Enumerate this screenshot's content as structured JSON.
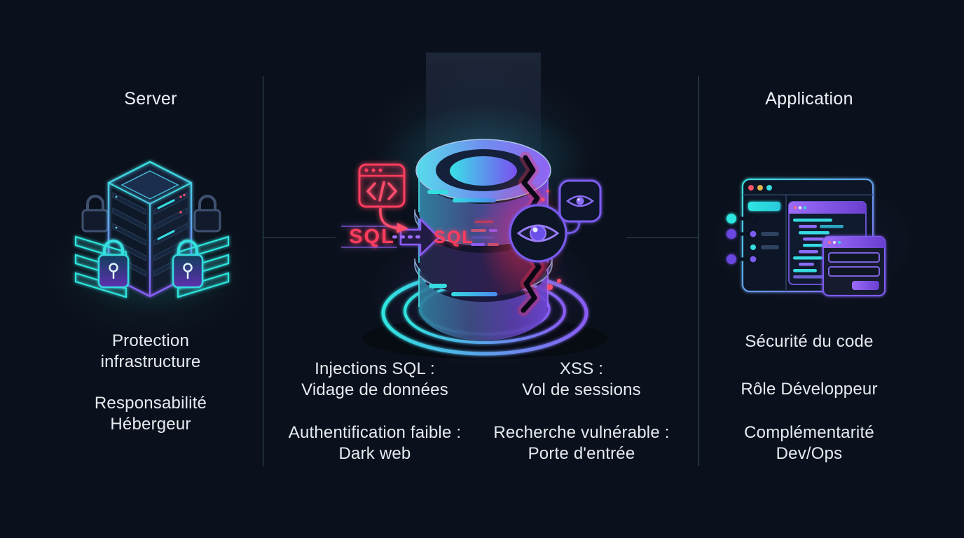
{
  "colors": {
    "background": "#0b111c",
    "text": "#e7ebf0",
    "neon_cyan": "#2ee6e0",
    "neon_purple": "#8a5cf5",
    "alert_red": "#ff3d5e",
    "divider": "#60919f"
  },
  "icons": {
    "server-rack-icon": "isometric server tower with padlocks and neon shield fences",
    "code-window-icon": "</>",
    "eye-badge-icon": "eye in rounded square",
    "eye-lens-icon": "eye in circle lens",
    "database-icon": "cracked database cylinder stack",
    "browser-window-icon": "app window with code editor and form"
  },
  "sections": {
    "server": {
      "title": "Server",
      "notes": [
        {
          "line1": "Protection",
          "line2": "infrastructure"
        },
        {
          "line1": "Responsabilité",
          "line2": "Hébergeur"
        }
      ]
    },
    "database_attacks_left": {
      "notes": [
        {
          "line1": "Injections SQL :",
          "line2": "Vidage de données"
        },
        {
          "line1": "Authentification faible :",
          "line2": "Dark web"
        }
      ]
    },
    "database_attacks_right": {
      "notes": [
        {
          "line1": "XSS :",
          "line2": "Vol de sessions"
        },
        {
          "line1": "Recherche vulnérable :",
          "line2": "Porte d'entrée"
        }
      ]
    },
    "application": {
      "title": "Application",
      "notes": [
        {
          "line1": "Sécurité du code"
        },
        {
          "line1": "Rôle Développeur"
        },
        {
          "line1": "Complémentarité",
          "line2": "Dev/Ops"
        }
      ]
    }
  },
  "center_graphic": {
    "sql_label_attack": "SQL",
    "sql_label_database": "SQL"
  }
}
